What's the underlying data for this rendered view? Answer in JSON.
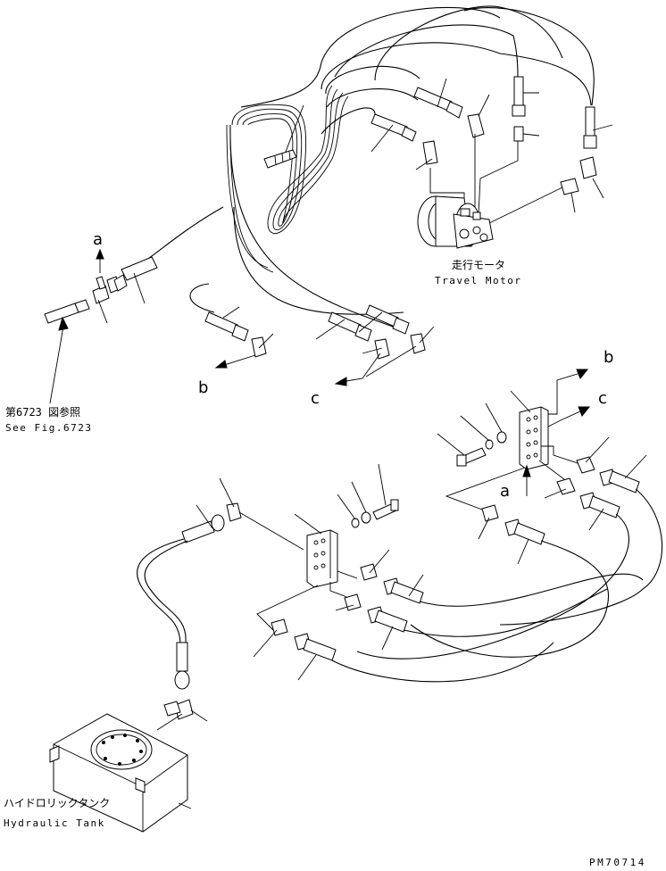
{
  "labels": {
    "travel_motor_ja": "走行モータ",
    "travel_motor_en": "Travel Motor",
    "see_fig_ja": "第6723 図参照",
    "see_fig_en": "See Fig.6723",
    "hydraulic_tank_ja": "ハイドロリックタンク",
    "hydraulic_tank_en": "Hydraulic Tank",
    "drawing_code": "PM70714"
  },
  "callouts": {
    "a_top": "a",
    "b_left": "b",
    "c_left": "c",
    "b_right": "b",
    "c_right": "c",
    "a_right": "a"
  }
}
